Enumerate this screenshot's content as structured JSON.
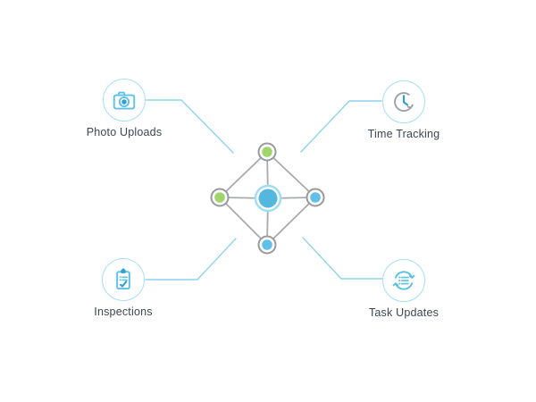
{
  "colors": {
    "connector": "#8ed3f1",
    "circle_border": "#a5dff6",
    "icon_blue": "#5cc0e8",
    "icon_blue_dark": "#2f9fd6",
    "arc_gray": "#9aa0a6",
    "gray_line": "#a8abad",
    "ring_gray": "#97999c",
    "center_ring": "#9eddf5",
    "text_color": "#3e4650"
  },
  "features": [
    {
      "label": "Photo Uploads",
      "icon": "camera-icon",
      "position": "top-left"
    },
    {
      "label": "Time Tracking",
      "icon": "clock-history-icon",
      "position": "top-right"
    },
    {
      "label": "Inspections",
      "icon": "clipboard-check-icon",
      "position": "bottom-left"
    },
    {
      "label": "Task Updates",
      "icon": "sync-list-icon",
      "position": "bottom-right"
    }
  ],
  "network": {
    "nodes": [
      {
        "id": "center",
        "color": "#53b7e0"
      },
      {
        "id": "top",
        "color": "#a2d46c"
      },
      {
        "id": "left",
        "color": "#a2d46c"
      },
      {
        "id": "right",
        "color": "#62bfe9"
      },
      {
        "id": "bottom",
        "color": "#62bfe9"
      }
    ]
  }
}
